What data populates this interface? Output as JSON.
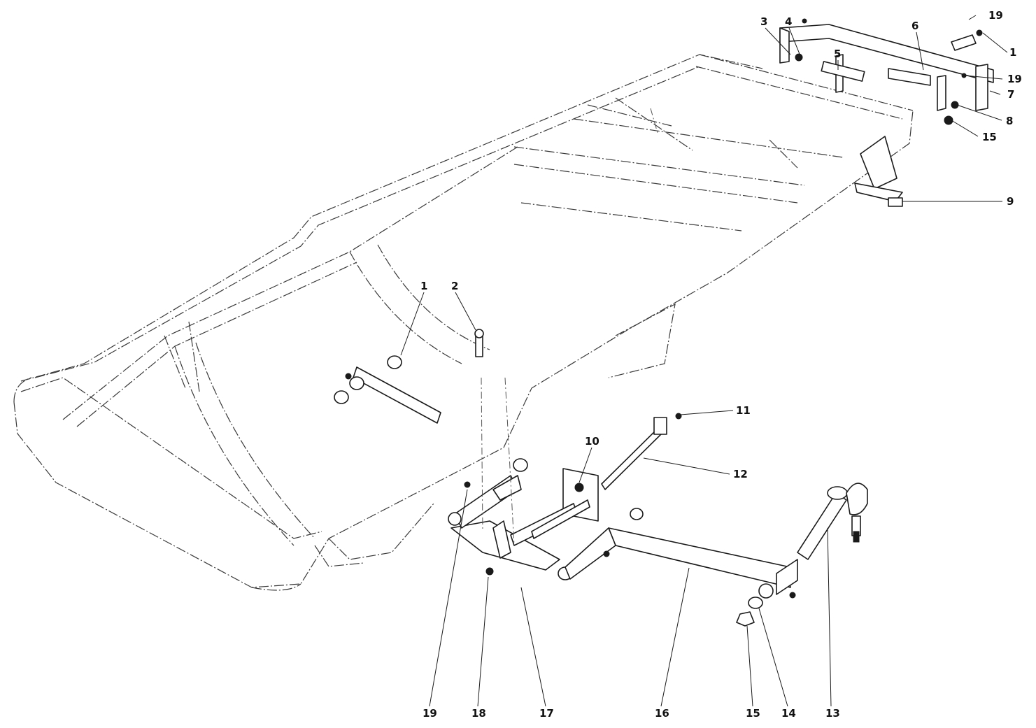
{
  "diagram": {
    "callouts": [
      {
        "id": "c-1-left",
        "label": "1"
      },
      {
        "id": "c-2",
        "label": "2"
      },
      {
        "id": "c-3",
        "label": "3"
      },
      {
        "id": "c-4",
        "label": "4"
      },
      {
        "id": "c-5",
        "label": "5"
      },
      {
        "id": "c-6",
        "label": "6"
      },
      {
        "id": "c-19-top",
        "label": "19"
      },
      {
        "id": "c-1-right",
        "label": "1"
      },
      {
        "id": "c-19-mid",
        "label": "19"
      },
      {
        "id": "c-7",
        "label": "7"
      },
      {
        "id": "c-8",
        "label": "8"
      },
      {
        "id": "c-15-top",
        "label": "15"
      },
      {
        "id": "c-9",
        "label": "9"
      },
      {
        "id": "c-10",
        "label": "10"
      },
      {
        "id": "c-11",
        "label": "11"
      },
      {
        "id": "c-12",
        "label": "12"
      },
      {
        "id": "c-13",
        "label": "13"
      },
      {
        "id": "c-14",
        "label": "14"
      },
      {
        "id": "c-15-bottom",
        "label": "15"
      },
      {
        "id": "c-16",
        "label": "16"
      },
      {
        "id": "c-17",
        "label": "17"
      },
      {
        "id": "c-18",
        "label": "18"
      },
      {
        "id": "c-19-bottom",
        "label": "19"
      }
    ]
  }
}
